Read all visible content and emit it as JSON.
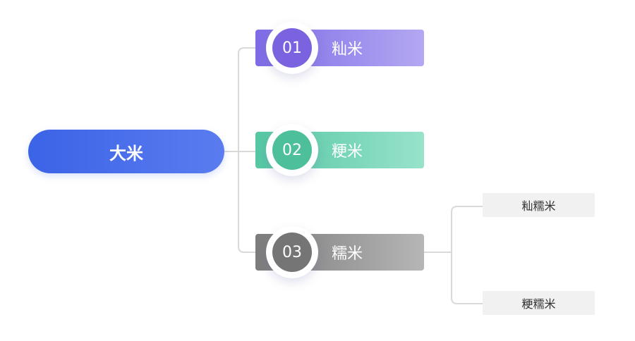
{
  "root": {
    "label": "大米",
    "color": "#3b63e6"
  },
  "branches": [
    {
      "number": "01",
      "label": "籼米",
      "color": "#7b63df"
    },
    {
      "number": "02",
      "label": "粳米",
      "color": "#4dbf9a"
    },
    {
      "number": "03",
      "label": "糯米",
      "color": "#757575",
      "children": [
        {
          "label": "籼糯米"
        },
        {
          "label": "粳糯米"
        }
      ]
    }
  ],
  "connector_color": "#d9d9d9"
}
